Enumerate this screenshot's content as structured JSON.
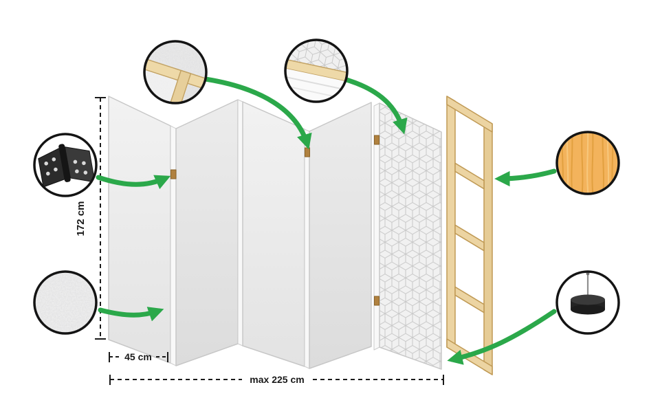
{
  "page": {
    "background": "#ffffff"
  },
  "labels": {
    "height": "172 cm",
    "panel_width": "45 cm",
    "max_width": "max 225 cm"
  },
  "colors": {
    "arrow": "#2ba84a",
    "outline": "#141414",
    "panel_gray": "#ebebeb",
    "pattern_line": "#c8c8c8",
    "frame_wood": "#ecd4a2",
    "detail_wood": "#f3b35c",
    "hinge_metal": "#2b2b2b",
    "panel_hinge": "#b0813f"
  },
  "callouts": {
    "frame_corner": {
      "icon": "frame-corner-detail-icon"
    },
    "pattern_edge": {
      "icon": "panel-top-edge-detail-icon"
    },
    "hinge": {
      "icon": "hinge-icon"
    },
    "fleece": {
      "icon": "fleece-texture-icon"
    },
    "wood": {
      "icon": "wood-grain-icon"
    },
    "foot": {
      "icon": "floor-foot-icon"
    }
  }
}
